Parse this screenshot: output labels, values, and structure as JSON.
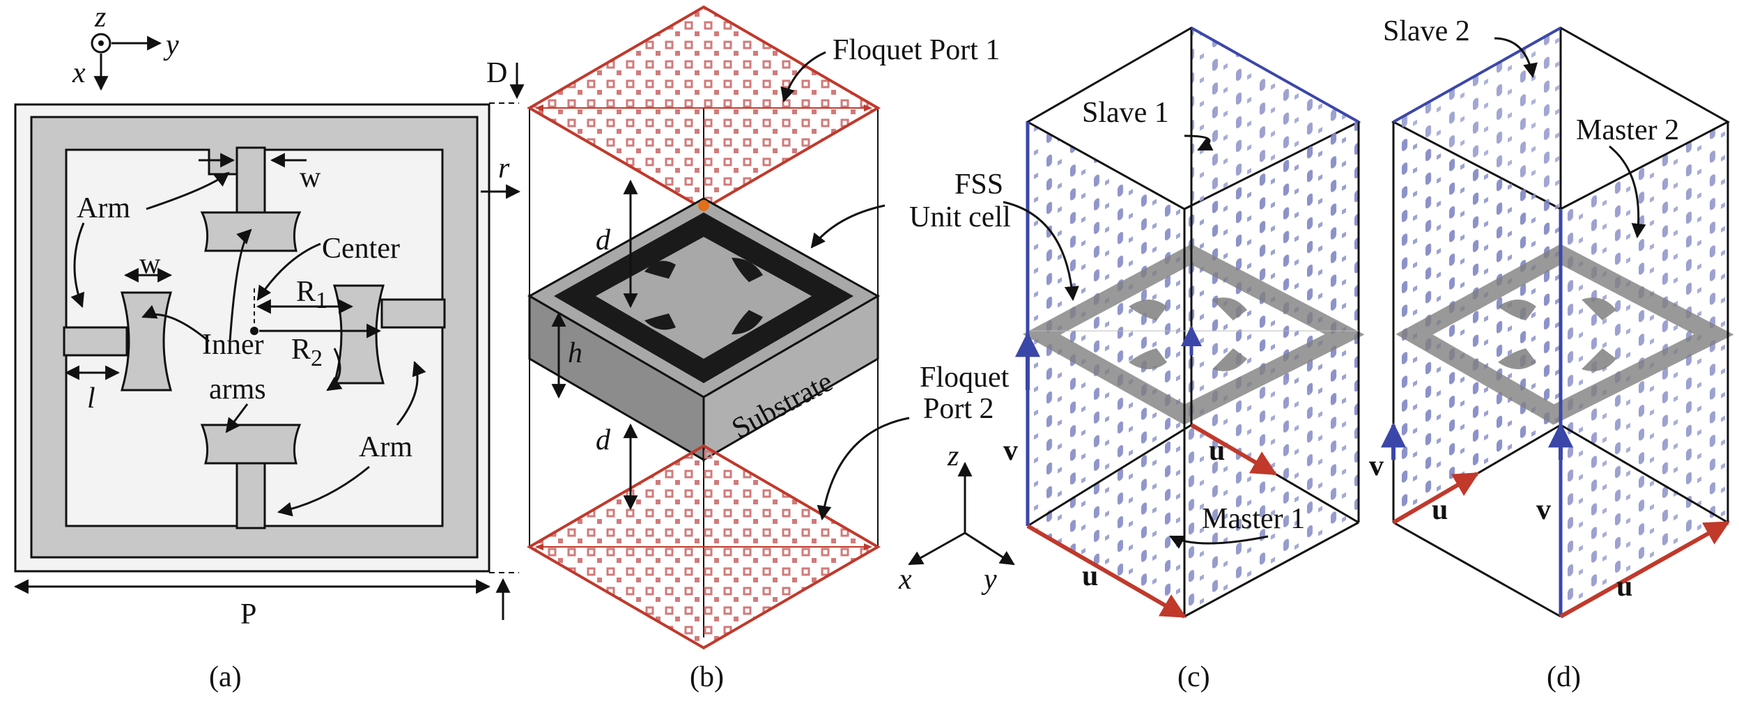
{
  "panel_a": {
    "axis_z": "z",
    "axis_y": "y",
    "axis_x": "x",
    "label_D": "D",
    "label_r": "r",
    "label_w_top": "w",
    "label_w_left": "w",
    "label_arm_top": "Arm",
    "label_arm_bottom": "Arm",
    "label_center": "Center",
    "label_R1": "R",
    "label_R1_sub": "1",
    "label_R2": "R",
    "label_R2_sub": "2",
    "label_inner": "Inner",
    "label_arms": "arms",
    "label_l": "l",
    "label_P": "P",
    "caption": "(a)"
  },
  "panel_b": {
    "label_port1": "Floquet Port 1",
    "label_fss_1": "FSS",
    "label_fss_2": "Unit cell",
    "label_d_top": "d",
    "label_h": "h",
    "label_substrate": "Substrate",
    "label_port2_1": "Floquet",
    "label_port2_2": "Port 2",
    "label_d_bottom": "d",
    "axis_z": "z",
    "axis_x": "x",
    "axis_y": "y",
    "caption": "(b)"
  },
  "panel_c": {
    "label_slave": "Slave 1",
    "label_master": "Master 1",
    "label_u_right": "u",
    "label_u_bottom": "u",
    "label_v": "v",
    "caption": "(c)"
  },
  "panel_d": {
    "label_slave": "Slave 2",
    "label_master": "Master 2",
    "label_u": "u",
    "label_u_bottom": "u",
    "label_v_left": "v",
    "label_v_mid": "v",
    "caption": "(d)"
  },
  "colors": {
    "metal": "#c8c8c8",
    "substrate": "#a8a8a8",
    "port_red": "#c0392b",
    "boundary_blue": "#3b47a8",
    "pattern_black": "#1a1a1a"
  }
}
